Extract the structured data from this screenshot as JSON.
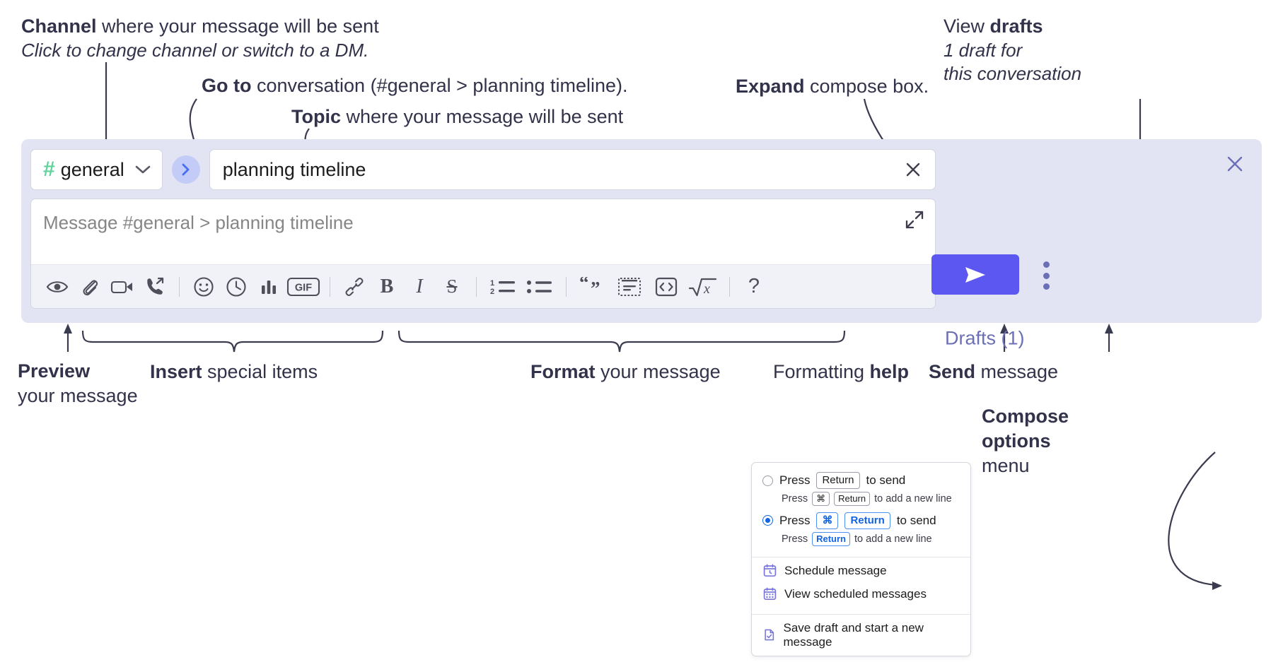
{
  "annotations": {
    "channel": {
      "bold": "Channel",
      "rest": " where your message will be sent",
      "sub": "Click to change channel or switch to a DM."
    },
    "goto": {
      "bold": "Go to",
      "rest": " conversation (#general > planning timeline)."
    },
    "topic": {
      "bold": "Topic",
      "rest": " where your message will be sent"
    },
    "expand": {
      "bold": "Expand",
      "rest": " compose box."
    },
    "drafts": {
      "lead": "View ",
      "bold": "drafts",
      "l2": "1 draft for",
      "l3": "this conversation"
    },
    "preview": {
      "bold": "Preview",
      "l2": "your message"
    },
    "insert": {
      "bold": "Insert",
      "rest": " special items"
    },
    "format": {
      "bold": "Format",
      "rest": " your message"
    },
    "help": {
      "lead": "Formatting ",
      "bold": "help"
    },
    "send": {
      "bold": "Send",
      "rest": " message"
    },
    "compose_options": {
      "l1": "Compose",
      "l2": "options",
      "l3": "menu"
    }
  },
  "compose": {
    "channel_name": "general",
    "channel_hash": "#",
    "topic_value": "planning timeline",
    "message_placeholder": "Message #general > planning timeline",
    "drafts_label": "Drafts (1)",
    "toolbar": [
      {
        "name": "preview-icon",
        "label": "Preview"
      },
      {
        "name": "attachment-icon",
        "label": "Attach file"
      },
      {
        "name": "video-icon",
        "label": "Video clip"
      },
      {
        "name": "audio-call-icon",
        "label": "Audio clip"
      },
      {
        "name": "emoji-icon",
        "label": "Emoji"
      },
      {
        "name": "clock-icon",
        "label": "Reminder"
      },
      {
        "name": "poll-icon",
        "label": "Poll"
      },
      {
        "name": "gif-icon",
        "label": "GIF"
      },
      {
        "name": "link-icon",
        "label": "Link"
      },
      {
        "name": "bold-icon",
        "label": "B"
      },
      {
        "name": "italic-icon",
        "label": "I"
      },
      {
        "name": "strikethrough-icon",
        "label": "S"
      },
      {
        "name": "ordered-list-icon",
        "label": "Ordered list"
      },
      {
        "name": "bulleted-list-icon",
        "label": "Bulleted list"
      },
      {
        "name": "blockquote-icon",
        "label": "Blockquote"
      },
      {
        "name": "code-block-icon",
        "label": "Code block"
      },
      {
        "name": "code-icon",
        "label": "Code"
      },
      {
        "name": "math-icon",
        "label": "Math"
      },
      {
        "name": "help-icon",
        "label": "?"
      }
    ],
    "gif_label": "GIF",
    "bold_label": "B",
    "italic_label": "I",
    "strike_label": "S",
    "help_label": "?"
  },
  "menu": {
    "option1": {
      "pre": "Press",
      "key": "Return",
      "post": "to send",
      "sub_pre": "Press",
      "sub_key1": "⌘",
      "sub_key2": "Return",
      "sub_post": "to add a new line",
      "selected": false
    },
    "option2": {
      "pre": "Press",
      "key1": "⌘",
      "key2": "Return",
      "post": "to send",
      "sub_pre": "Press",
      "sub_key": "Return",
      "sub_post": "to add a new line",
      "selected": true
    },
    "items": [
      {
        "icon": "calendar-clock-icon",
        "label": "Schedule message"
      },
      {
        "icon": "calendar-grid-icon",
        "label": "View scheduled messages"
      },
      {
        "icon": "save-draft-icon",
        "label": "Save draft and start a new message"
      }
    ]
  },
  "colors": {
    "accent_send": "#5b57f0",
    "compose_bg": "#e2e3f3",
    "hash_green": "#5fd39a",
    "goto_blue": "#c3ccf7",
    "drafts_text": "#6b6fb5",
    "radio_blue": "#1264e0",
    "menu_icon_purple": "#7a77d9"
  }
}
